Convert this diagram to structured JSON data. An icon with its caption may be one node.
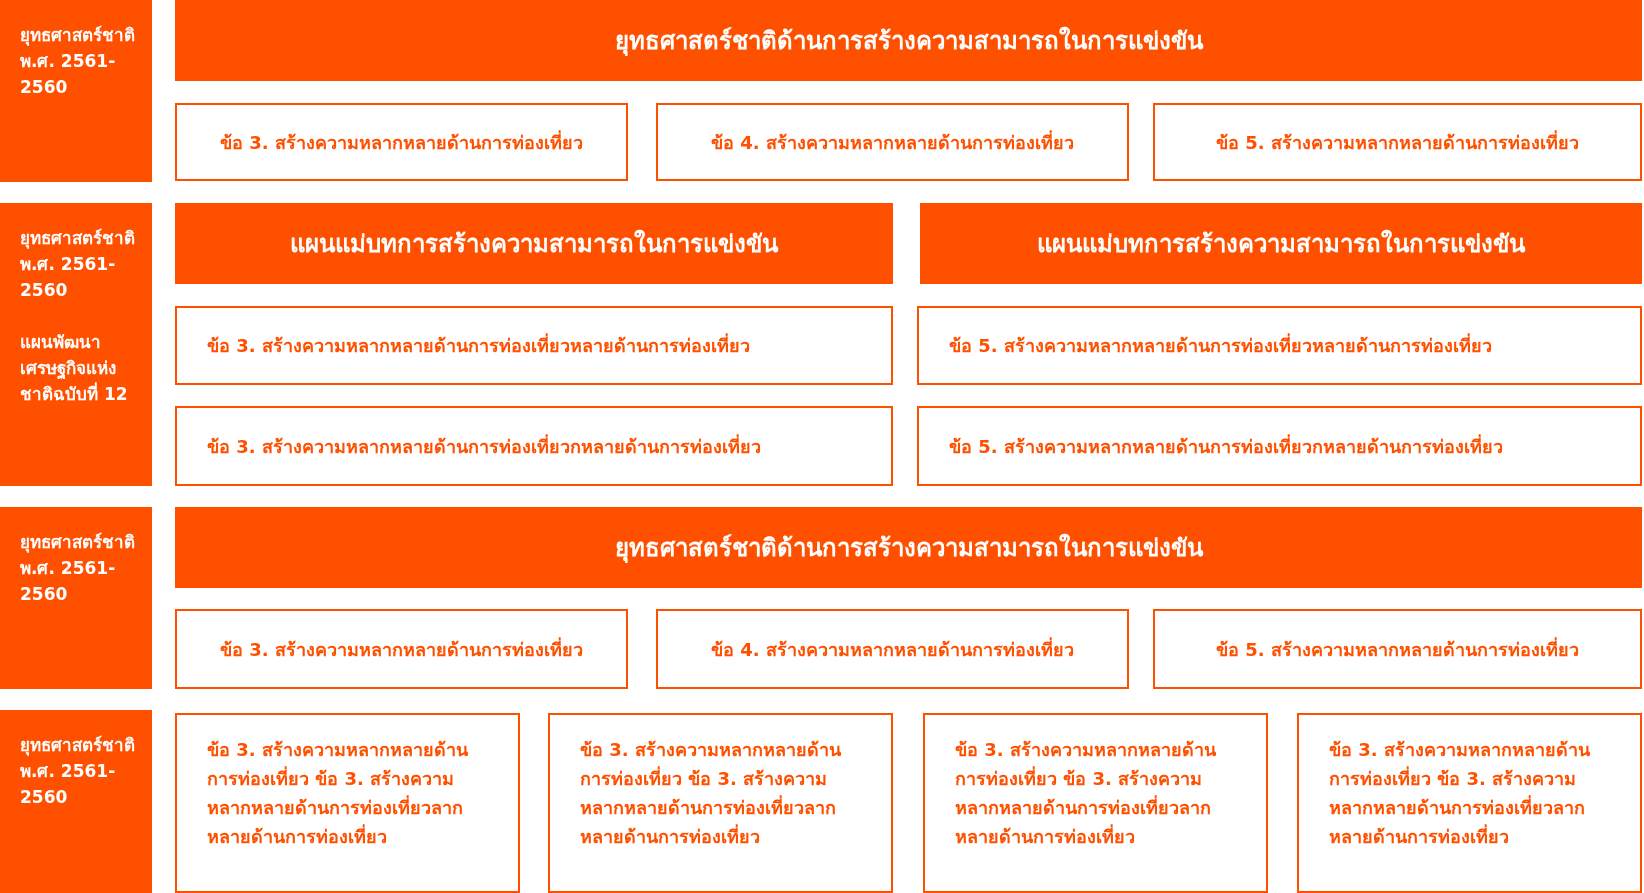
{
  "diagram": {
    "nodes": [
      {
        "text": [
          "ยุทธศาสตร์ชาติ พ.ศ. 2561-2560"
        ]
      },
      {
        "text": [
          "ยุทธศาสตร์ชาติด้านการสร้างความสามารถในการแข่งขัน"
        ]
      },
      {
        "text": [
          "ข้อ 3. สร้างความหลากหลายด้านการท่องเที่ยว"
        ]
      },
      {
        "text": [
          "ข้อ 4. สร้างความหลากหลายด้านการท่องเที่ยว"
        ]
      },
      {
        "text": [
          "ข้อ 5. สร้างความหลากหลายด้านการท่องเที่ยว"
        ]
      },
      {
        "text": [
          "ยุทธศาสตร์ชาติ พ.ศ. 2561-2560",
          "แผนพัฒนาเศรษฐกิจแห่งชาติฉบับที่ 12"
        ]
      },
      {
        "text": [
          "แผนแม่บทการสร้างความสามารถในการแข่งขัน"
        ]
      },
      {
        "text": [
          "แผนแม่บทการสร้างความสามารถในการแข่งขัน"
        ]
      },
      {
        "text": [
          "ข้อ 3. สร้างความหลากหลายด้านการท่องเที่ยวหลายด้านการท่องเที่ยว"
        ]
      },
      {
        "text": [
          "ข้อ 5. สร้างความหลากหลายด้านการท่องเที่ยวหลายด้านการท่องเที่ยว"
        ]
      },
      {
        "text": [
          "ข้อ 3. สร้างความหลากหลายด้านการท่องเที่ยวกหลายด้านการท่องเที่ยว"
        ]
      },
      {
        "text": [
          "ข้อ 5. สร้างความหลากหลายด้านการท่องเที่ยวกหลายด้านการท่องเที่ยว"
        ]
      },
      {
        "text": [
          "ยุทธศาสตร์ชาติ พ.ศ. 2561-2560"
        ]
      },
      {
        "text": [
          "ยุทธศาสตร์ชาติด้านการสร้างความสามารถในการแข่งขัน"
        ]
      },
      {
        "text": [
          "ข้อ 3. สร้างความหลากหลายด้านการท่องเที่ยว"
        ]
      },
      {
        "text": [
          "ข้อ 4. สร้างความหลากหลายด้านการท่องเที่ยว"
        ]
      },
      {
        "text": [
          "ข้อ 5. สร้างความหลากหลายด้านการท่องเที่ยว"
        ]
      },
      {
        "text": [
          "ยุทธศาสตร์ชาติ พ.ศ. 2561-2560"
        ]
      },
      {
        "text": [
          "ข้อ 3. สร้างความหลากหลายด้านการท่องเที่ยว ข้อ 3. สร้างความหลากหลายด้านการท่องเที่ยวลากหลายด้านการท่องเที่ยว"
        ]
      },
      {
        "text": [
          "ข้อ 3. สร้างความหลากหลายด้านการท่องเที่ยว ข้อ 3. สร้างความหลากหลายด้านการท่องเที่ยวลากหลายด้านการท่องเที่ยว"
        ]
      },
      {
        "text": [
          "ข้อ 3. สร้างความหลากหลายด้านการท่องเที่ยว ข้อ 3. สร้างความหลากหลายด้านการท่องเที่ยวลากหลายด้านการท่องเที่ยว"
        ]
      },
      {
        "text": [
          "ข้อ 3. สร้างความหลากหลายด้านการท่องเที่ยว ข้อ 3. สร้างความหลากหลายด้านการท่องเที่ยวลากหลายด้านการท่องเที่ยว"
        ]
      }
    ]
  }
}
